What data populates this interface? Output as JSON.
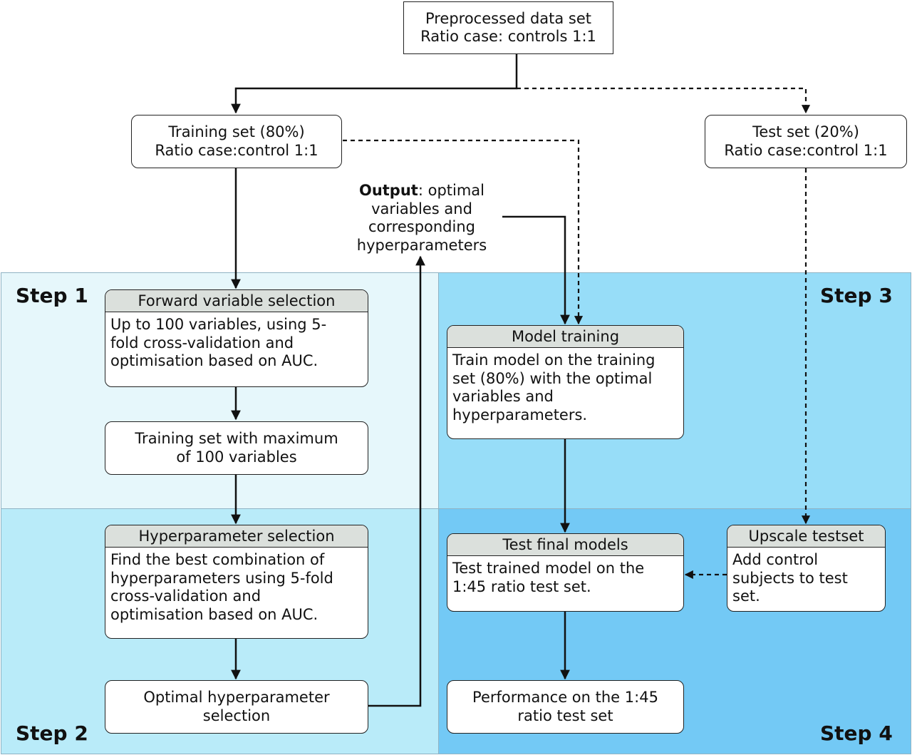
{
  "steps": {
    "step1": "Step 1",
    "step2": "Step 2",
    "step3": "Step 3",
    "step4": "Step 4"
  },
  "colors": {
    "step1_bg": "#e6f7fb",
    "step2_bg": "#b9ebf9",
    "step3_bg": "#97ddf8",
    "step4_bg": "#73c9f5",
    "header_bg": "#dbe0dc"
  },
  "nodes": {
    "preprocessed": {
      "line1": "Preprocessed data set",
      "line2": "Ratio case: controls 1:1"
    },
    "training_set": {
      "line1": "Training set (80%)",
      "line2": "Ratio case:control 1:1"
    },
    "test_set": {
      "line1": "Test set (20%)",
      "line2": "Ratio case:control 1:1"
    },
    "output": {
      "bold": "Output",
      "rest": ": optimal",
      "line2": "variables and",
      "line3": "corresponding",
      "line4": "hyperparameters"
    },
    "forward_selection": {
      "header": "Forward variable selection",
      "line1": "Up to 100 variables, using 5-",
      "line2": "fold cross-validation and",
      "line3": "optimisation based on AUC."
    },
    "training_max": {
      "line1": "Training set with maximum",
      "line2": "of 100 variables"
    },
    "hyperparameter_selection": {
      "header": "Hyperparameter selection",
      "line1": "Find the best combination of",
      "line2": "hyperparameters using 5-fold",
      "line3": "cross-validation and",
      "line4": "optimisation based on AUC."
    },
    "optimal_hyper": {
      "line1": "Optimal hyperparameter",
      "line2": "selection"
    },
    "model_training": {
      "header": "Model training",
      "line1": "Train model on the training",
      "line2": "set (80%) with the optimal",
      "line3": "variables and",
      "line4": "hyperparameters."
    },
    "test_final": {
      "header": "Test final models",
      "line1": "Test trained model on the",
      "line2": "1:45 ratio test set."
    },
    "upscale": {
      "header": "Upscale testset",
      "line1": "Add control",
      "line2": "subjects to test",
      "line3": "set."
    },
    "performance": {
      "line1": "Performance on the 1:45",
      "line2": "ratio test set"
    }
  }
}
